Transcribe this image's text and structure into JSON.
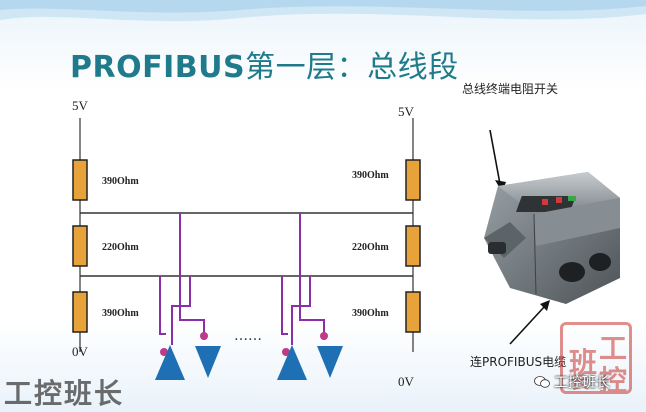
{
  "title": {
    "latin": "PROFIBUS",
    "chinese": "第一层：总线段"
  },
  "circuit": {
    "left_supply_label": "5V",
    "right_supply_label": "5V",
    "left_ground_label": "0V",
    "right_ground_label": "0V",
    "ellipsis": "……",
    "left_resistors": [
      "390Ohm",
      "220Ohm",
      "390Ohm"
    ],
    "right_resistors": [
      "390Ohm",
      "220Ohm",
      "390Ohm"
    ]
  },
  "annotations": {
    "switch_label": "总线终端电阻开关",
    "connector_label": "连PROFIBUS电缆"
  },
  "seal": {
    "chars": [
      "班",
      "工",
      "长",
      "控"
    ]
  },
  "watermark": "工控班长",
  "wechat_source": "工控班长",
  "colors": {
    "title": "#1f7a8c",
    "bus_line": "#8b2fa8",
    "resistor_fill": "#e8a23a",
    "node": "#1f6fb4",
    "seal": "#c8342e"
  }
}
